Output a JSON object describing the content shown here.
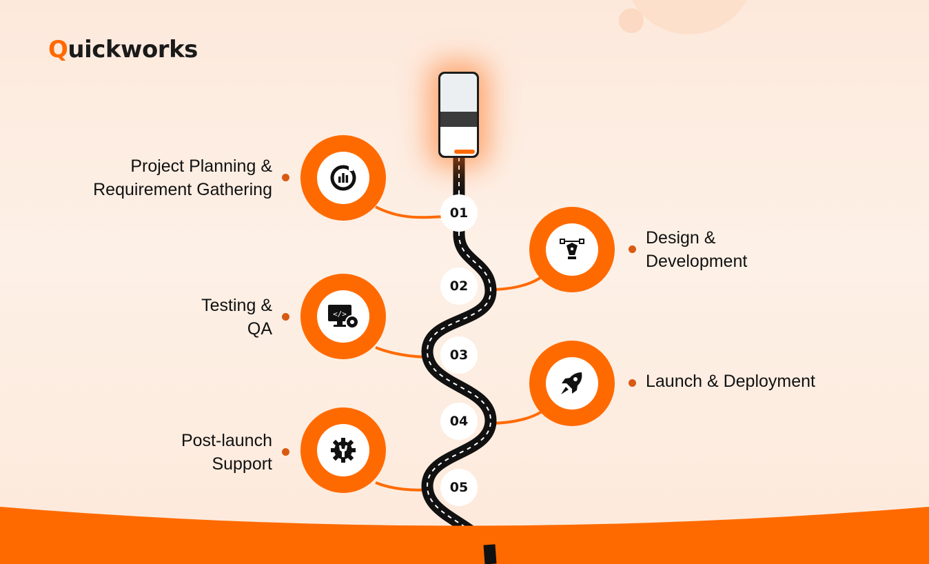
{
  "brand": {
    "logo_first": "Q",
    "logo_rest": "uickworks",
    "accent_color": "#ff6a00"
  },
  "steps": [
    {
      "number": "01",
      "line1": "Project Planning &",
      "line2": "Requirement Gathering",
      "icon": "chart-analytics-icon",
      "side": "left"
    },
    {
      "number": "02",
      "line1": "Design &",
      "line2": "Development",
      "icon": "pen-tool-icon",
      "side": "right"
    },
    {
      "number": "03",
      "line1": "Testing &",
      "line2": "QA",
      "icon": "code-monitor-gear-icon",
      "side": "left"
    },
    {
      "number": "04",
      "line1": "Launch & Deployment",
      "line2": "",
      "icon": "rocket-icon",
      "side": "right"
    },
    {
      "number": "05",
      "line1": "Post-launch",
      "line2": "Support",
      "icon": "gear-wrench-icon",
      "side": "left"
    }
  ]
}
